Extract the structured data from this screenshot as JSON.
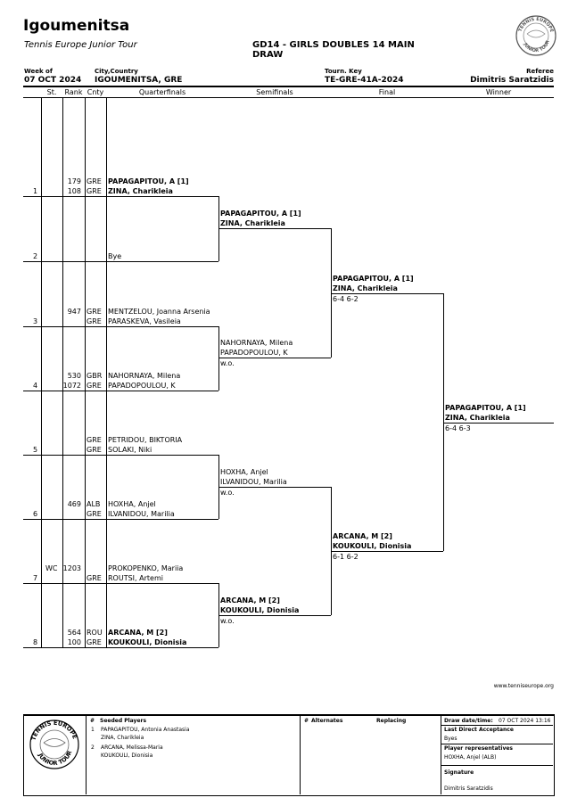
{
  "header": {
    "title": "Igoumenitsa",
    "tour": "Tennis Europe Junior Tour",
    "event_title": "GD14 - GIRLS DOUBLES 14 MAIN DRAW",
    "week_of_label": "Week of",
    "week_of": "07 OCT 2024",
    "city_label": "City,Country",
    "city": "IGOUMENITSA, GRE",
    "tourn_key_label": "Tourn. Key",
    "tourn_key": "TE-GRE-41A-2024",
    "referee_label": "Referee",
    "referee": "Dimitris Saratzidis"
  },
  "logo": {
    "top_text": "TENNIS EUROPE",
    "bottom_text": "JUNIOR TOUR"
  },
  "columns": {
    "st": "St.",
    "rank": "Rank",
    "cnty": "Cnty",
    "qf": "Quarterfinals",
    "sf": "Semifinals",
    "final": "Final",
    "winner": "Winner"
  },
  "entries": [
    {
      "pos": "1",
      "st": "",
      "rank1": "179",
      "cnty1": "GRE",
      "last1": "PAPAGAPITOU",
      "first1": ", A [1]",
      "rank2": "108",
      "cnty2": "GRE",
      "last2": "ZINA",
      "first2": ", Charikleia",
      "bold": true
    },
    {
      "pos": "2",
      "st": "",
      "rank1": "",
      "cnty1": "",
      "last1": "",
      "first1": "",
      "rank2": "",
      "cnty2": "",
      "last2": "Bye",
      "first2": "",
      "bold": false
    },
    {
      "pos": "3",
      "st": "",
      "rank1": "947",
      "cnty1": "GRE",
      "last1": "MENTZELOU",
      "first1": ", Joanna Arsenia",
      "rank2": "",
      "cnty2": "GRE",
      "last2": "PARASKEVA",
      "first2": ", Vasileia",
      "bold": false
    },
    {
      "pos": "4",
      "st": "",
      "rank1": "530",
      "cnty1": "GBR",
      "last1": "NAHORNAYA",
      "first1": ", Milena",
      "rank2": "1072",
      "cnty2": "GRE",
      "last2": "PAPADOPOULOU",
      "first2": ", K",
      "bold": false
    },
    {
      "pos": "5",
      "st": "",
      "rank1": "",
      "cnty1": "GRE",
      "last1": "PETRIDOU",
      "first1": ", BIKTORIA",
      "rank2": "",
      "cnty2": "GRE",
      "last2": "SOLAKI",
      "first2": ", Niki",
      "bold": false
    },
    {
      "pos": "6",
      "st": "",
      "rank1": "469",
      "cnty1": "ALB",
      "last1": "HOXHA",
      "first1": ", Anjel",
      "rank2": "",
      "cnty2": "GRE",
      "last2": "ILVANIDOU",
      "first2": ", Marilia",
      "bold": false
    },
    {
      "pos": "7",
      "st": "WC",
      "rank1": "1203",
      "cnty1": "",
      "last1": "PROKOPENKO",
      "first1": ", Mariia",
      "rank2": "",
      "cnty2": "GRE",
      "last2": "ROUTSI",
      "first2": ", Artemi",
      "bold": false
    },
    {
      "pos": "8",
      "st": "",
      "rank1": "564",
      "cnty1": "ROU",
      "last1": "ARCANA",
      "first1": ", M [2]",
      "rank2": "100",
      "cnty2": "GRE",
      "last2": "KOUKOULI",
      "first2": ", Dionisia",
      "bold": true
    }
  ],
  "semifinalists": [
    {
      "last1": "PAPAGAPITOU",
      "first1": ", A [1]",
      "last2": "ZINA",
      "first2": ", Charikleia",
      "score": "",
      "bold": true
    },
    {
      "last1": "NAHORNAYA",
      "first1": ", Milena",
      "last2": "PAPADOPOULOU",
      "first2": ", K",
      "score": "w.o.",
      "bold": false
    },
    {
      "last1": "HOXHA",
      "first1": ", Anjel",
      "last2": "ILVANIDOU",
      "first2": ", Marilia",
      "score": "w.o.",
      "bold": false
    },
    {
      "last1": "ARCANA",
      "first1": ", M [2]",
      "last2": "KOUKOULI",
      "first2": ", Dionisia",
      "score": "w.o.",
      "bold": true
    }
  ],
  "finalists": [
    {
      "last1": "PAPAGAPITOU",
      "first1": ", A [1]",
      "last2": "ZINA",
      "first2": ", Charikleia",
      "score": "6-4 6-2"
    },
    {
      "last1": "ARCANA",
      "first1": ", M [2]",
      "last2": "KOUKOULI",
      "first2": ", Dionisia",
      "score": "6-1 6-2"
    }
  ],
  "winner": {
    "last1": "PAPAGAPITOU",
    "first1": ", A [1]",
    "last2": "ZINA",
    "first2": ", Charikleia",
    "score": "6-4 6-3"
  },
  "footer": {
    "website": "www.tenniseurope.org",
    "seeded_label": "Seeded Players",
    "hash": "#",
    "seeds": [
      {
        "num": "1",
        "p1": "PAPAGAPITOU, Antonia Anastasia",
        "p2": "ZINA, Charikleia"
      },
      {
        "num": "2",
        "p1": "ARCANA, Melissa-Maria",
        "p2": "KOUKOULI, Dionisia"
      }
    ],
    "alternates_label": "Alternates",
    "replacing_label": "Replacing",
    "draw_date_label": "Draw date/time:",
    "draw_date": "07 OCT 2024 13:16",
    "lda_label": "Last Direct Acceptance",
    "lda_value": "Byes",
    "reps_label": "Player representatives",
    "reps_value": "HOXHA, Anjel (ALB)",
    "signature_label": "Signature",
    "signature_value": "Dimitris Saratzidis"
  }
}
